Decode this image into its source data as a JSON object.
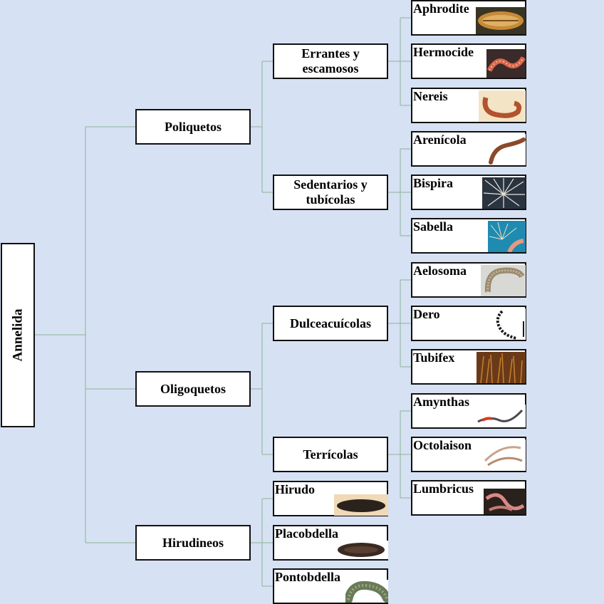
{
  "root": "Annelida",
  "groups": [
    {
      "label": "Poliquetos",
      "subgroups": [
        {
          "label": "Errantes y escamosos",
          "genera": [
            "Aphrodite",
            "Hermocide",
            "Nereis"
          ]
        },
        {
          "label": "Sedentarios y tubícolas",
          "genera": [
            "Arenícola",
            "Bispira",
            "Sabella"
          ]
        }
      ]
    },
    {
      "label": "Oligoquetos",
      "subgroups": [
        {
          "label": "Dulceacuícolas",
          "genera": [
            "Aelosoma",
            "Dero",
            "Tubifex"
          ]
        },
        {
          "label": "Terrícolas",
          "genera": [
            "Amynthas",
            "Octolaison",
            "Lumbricus"
          ]
        }
      ]
    },
    {
      "label": "Hirudineos",
      "genera": [
        "Hirudo",
        "Placobdella",
        "Pontobdella"
      ]
    }
  ]
}
